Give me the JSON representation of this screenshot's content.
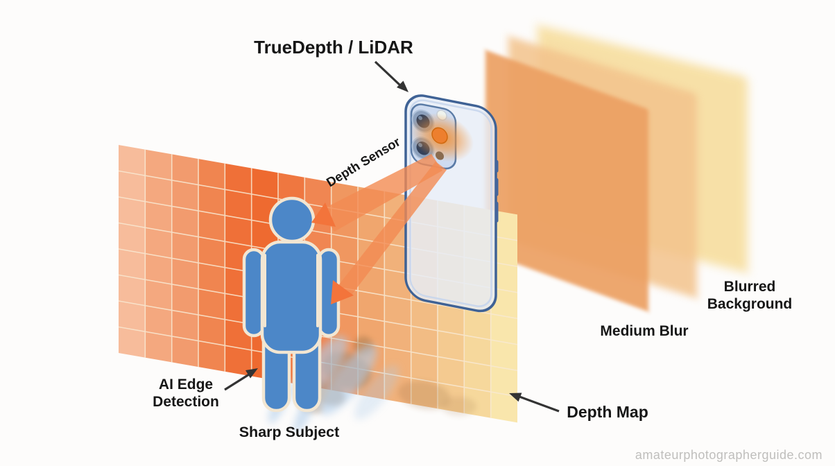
{
  "title": "TrueDepth / LiDAR",
  "labels": {
    "depth_sensor": "Depth Sensor",
    "ai_edge_line1": "AI Edge",
    "ai_edge_line2": "Detection",
    "sharp_subject": "Sharp Subject",
    "depth_map": "Depth Map",
    "medium_blur": "Medium Blur",
    "blurred_bg_line1": "Blurred",
    "blurred_bg_line2": "Background"
  },
  "watermark": "amateurphotographerguide.com",
  "palette": {
    "background_white": "#FDFCFB",
    "subject_blue": "#4C87C8",
    "outline_cream": "#F2E6D2",
    "beam_orange": "#F28B52",
    "beam_arrow_orange": "#F3743B",
    "grid_salmon": "#F7BC9B",
    "grid_orange_bright": "#EE6A30",
    "grid_yellow": "#F9E6AC",
    "plane_medium_blur": "#ECA063",
    "plane_soft_blur": "#F3C38C",
    "plane_background_yellow": "#F7DE9E",
    "phone_frame_blue": "#3F6295",
    "phone_body_blue": "#E7EDF7",
    "lidar_glow_orange": "#F09036",
    "depth_shadow_tan": "#9B7146",
    "ground_shadow_blue": "#AFCCEA",
    "annotation_black": "#1A1A1A",
    "watermark_gray": "#BFBEBC"
  }
}
